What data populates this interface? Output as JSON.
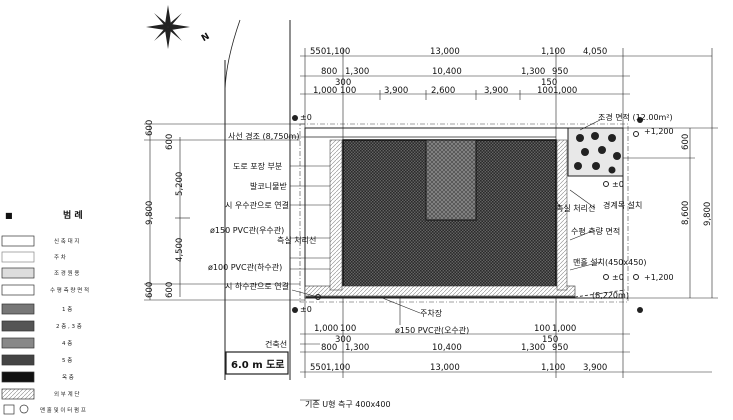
{
  "north_label": "N",
  "road": {
    "label": "6.0 m 도로"
  },
  "top_dims": {
    "row1": [
      "550",
      "1,100",
      "13,000",
      "1,100",
      "4,050"
    ],
    "row2": [
      "800",
      "1,300",
      "10,400",
      "1,300",
      "950"
    ],
    "row2_small": [
      "300",
      "150"
    ],
    "row3": [
      "1,000",
      "100",
      "3,900",
      "2,600",
      "3,900",
      "100",
      "1,000"
    ]
  },
  "bottom_dims": {
    "row1": [
      "1,000",
      "100",
      "100",
      "1,000"
    ],
    "row1_small": [
      "300",
      "150"
    ],
    "row2": [
      "800",
      "1,300",
      "10,400",
      "1,300",
      "950"
    ],
    "row3": [
      "550",
      "1,100",
      "13,000",
      "1,100",
      "3,900"
    ]
  },
  "left_dims": {
    "outer": [
      "600",
      "9,800",
      "600"
    ],
    "inner": [
      "600",
      "5,200",
      "4,500",
      "600"
    ]
  },
  "right_dims": {
    "inner": [
      "600",
      "8,600"
    ],
    "outer": [
      "9,800"
    ]
  },
  "levels": {
    "pm0": "±0",
    "p1200": "+1,200"
  },
  "labels": {
    "sight_line": "사선 경조 (8,750m)",
    "road_pavement": "도로 포장 부분",
    "gutter": "발코니물받",
    "storm_connect": "시 우수관으로 연결",
    "pvc150_rain": "ø150 PVC관(우수관)",
    "grating": "측실 처리선",
    "pvc100_sewer": "ø100 PVC관(하수관)",
    "sewer_connect": "시 하수관으로 연결",
    "parking": "주차장",
    "pvc150_bottom": "ø150 PVC관(오수관)",
    "building_line": "건축선",
    "existing_u": "기존 U형 측구 400x400",
    "landscape": "조경 면적 (12.00m²)",
    "boundary_fence": "경계목 설치",
    "side_drain": "측실 처리선",
    "water_meter": "수평 측량 면적",
    "manhole": "맨홀 설치(450x450)",
    "diag_note": "(8,220m)"
  },
  "legend": {
    "title_left": "■",
    "title_center": "범 례",
    "items": [
      "신 축 대 지",
      "주 차",
      "조 경 원 용",
      "수 평 측 량 면 적",
      "1 층",
      "2 층 , 3 층",
      "4 층",
      "5 층",
      "옥 층",
      "외 부 계 단",
      "맨 홀 및 이 터 펌 프"
    ]
  }
}
